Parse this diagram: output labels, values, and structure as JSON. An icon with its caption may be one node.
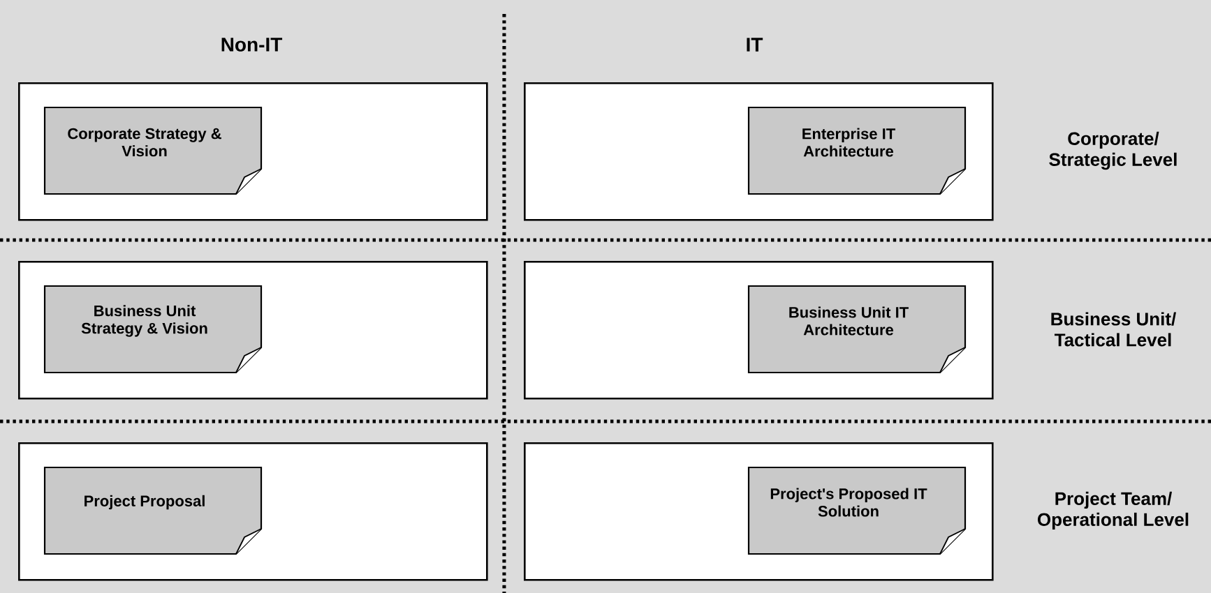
{
  "diagram": {
    "nodes": [
      {
        "text": [],
        "shape": "box"
      },
      {
        "text": [
          "Corporate Strategy & Vision"
        ],
        "in": 0
      },
      {
        "text": [],
        "shape": "box"
      },
      {
        "text": [
          "Enterprise IT Architecture"
        ],
        "in": 2
      },
      {
        "text": [],
        "shape": "box"
      },
      {
        "text": [
          "Business Unit Strategy & Vision"
        ],
        "in": 4
      },
      {
        "text": [],
        "shape": "box"
      },
      {
        "text": [
          "Business Unit IT Architecture"
        ],
        "in": 6
      },
      {
        "text": [],
        "shape": "box"
      },
      {
        "text": [
          "Project Proposal"
        ],
        "in": 8
      },
      {
        "text": [],
        "shape": "box"
      },
      {
        "text": [
          "Project's Proposed IT Solution"
        ],
        "in": 10
      }
    ],
    "labels": [
      "Non-IT",
      "IT",
      "Corporate/ Strategic Level",
      "Business Unit/ Tactical Level",
      "Project Team/ Operational Level"
    ]
  }
}
